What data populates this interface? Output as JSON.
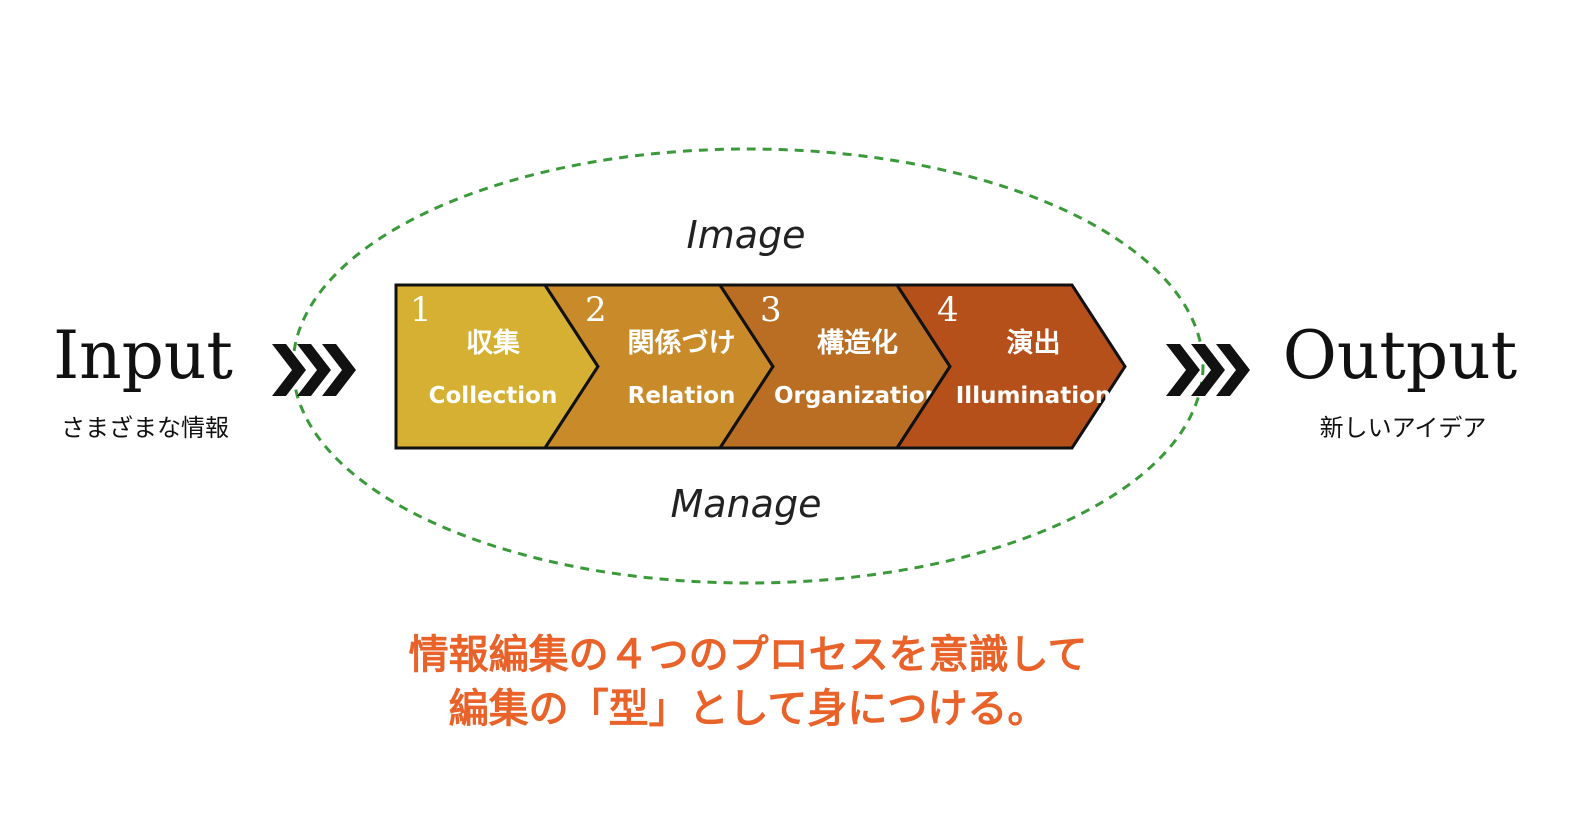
{
  "input": {
    "title": "Input",
    "subtitle": "さまざまな情報"
  },
  "output": {
    "title": "Output",
    "subtitle": "新しいアイデア"
  },
  "top_label": "Image",
  "bottom_label": "Manage",
  "steps": [
    {
      "number": "1",
      "jp": "収集",
      "en": "Collection",
      "color": "#d5b032"
    },
    {
      "number": "2",
      "jp": "関係づけ",
      "en": "Relation",
      "color": "#c98a29"
    },
    {
      "number": "3",
      "jp": "構造化",
      "en": "Organization",
      "color": "#b96e24"
    },
    {
      "number": "4",
      "jp": "演出",
      "en": "Illumination",
      "color": "#b6501b"
    }
  ],
  "caption": {
    "line1": "情報編集の４つのプロセスを意識して",
    "line2": "編集の「型」として身につける。",
    "color": "#e8622a"
  },
  "ellipse_color": "#3a9a3a"
}
